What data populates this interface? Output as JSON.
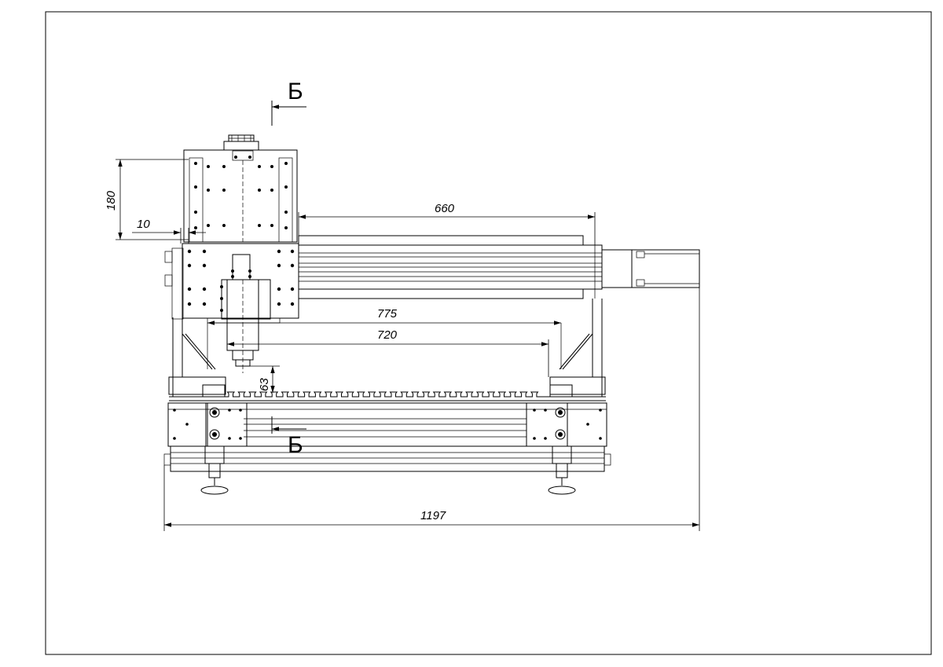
{
  "drawing": {
    "section_marker": "Б",
    "dimensions": {
      "height_z": "180",
      "offset": "10",
      "x_travel": "660",
      "gantry_outer": "775",
      "gantry_inner": "720",
      "clearance": "63",
      "total_width": "1197"
    }
  }
}
